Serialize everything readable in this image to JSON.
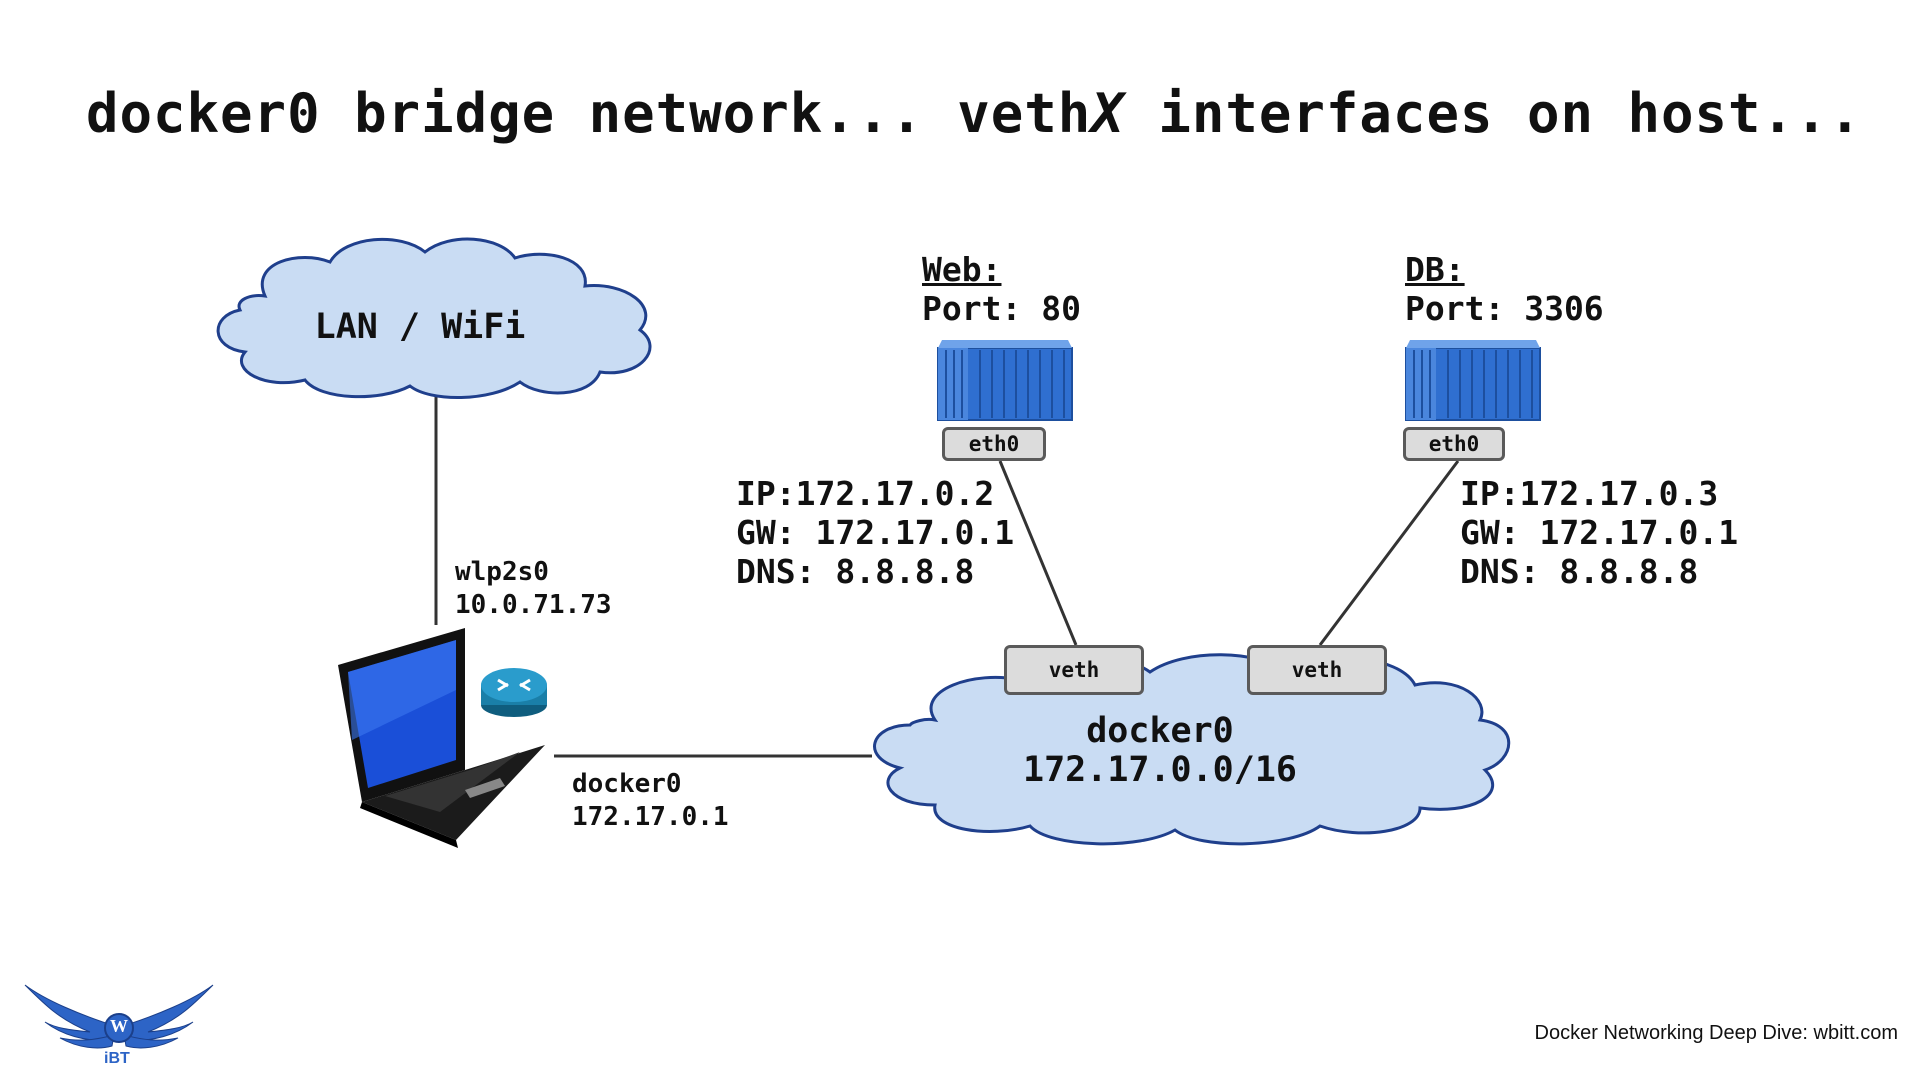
{
  "title": {
    "before": "docker0 bridge network... veth",
    "italic": "X",
    "after": " interfaces on host..."
  },
  "lan_cloud": {
    "label": "LAN / WiFi"
  },
  "host": {
    "wifi_iface": "wlp2s0",
    "wifi_ip": "10.0.71.73",
    "bridge_iface": "docker0",
    "bridge_ip": "172.17.0.1"
  },
  "bridge_cloud": {
    "name": "docker0",
    "subnet": "172.17.0.0/16"
  },
  "containers": [
    {
      "name": "Web:",
      "port": "Port: 80",
      "iface": "eth0",
      "ip": "IP:172.17.0.2",
      "gw": "GW: 172.17.0.1",
      "dns": "DNS: 8.8.8.8",
      "veth": "veth"
    },
    {
      "name": "DB:",
      "port": "Port: 3306",
      "iface": "eth0",
      "ip": "IP:172.17.0.3",
      "gw": "GW: 172.17.0.1",
      "dns": "DNS: 8.8.8.8",
      "veth": "veth"
    }
  ],
  "footer": "Docker Networking Deep Dive: wbitt.com",
  "logo": {
    "letter": "W",
    "text": "iBT"
  },
  "colors": {
    "cloud_fill": "#c9dcf3",
    "cloud_stroke": "#1f3f8c",
    "container_blue": "#2f6fd0",
    "line": "#333333",
    "router": "#1a7fa8"
  }
}
